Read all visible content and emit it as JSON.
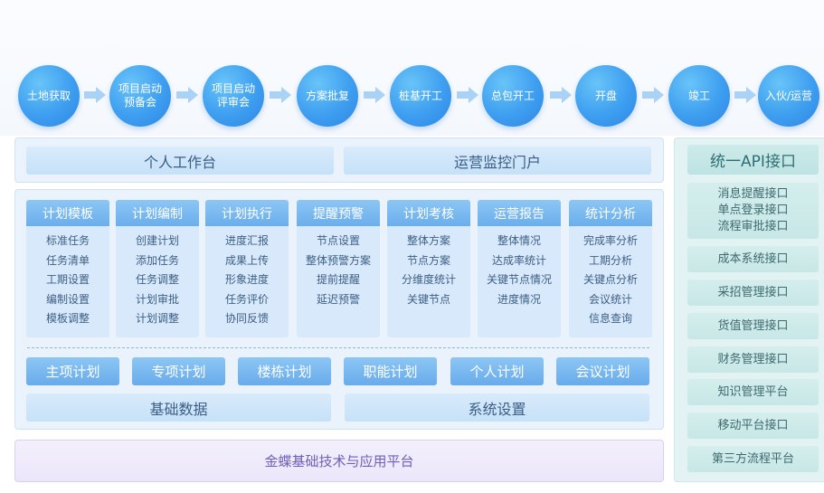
{
  "flow": {
    "steps": [
      "土地获取",
      "项目启动\n预备会",
      "项目启动\n评审会",
      "方案批复",
      "桩基开工",
      "总包开工",
      "开盘",
      "竣工",
      "入伙/运营"
    ]
  },
  "portals": {
    "left": "个人工作台",
    "right": "运营监控门户"
  },
  "modules": [
    {
      "title": "计划模板",
      "items": [
        "标准任务",
        "任务清单",
        "工期设置",
        "编制设置",
        "模板调整"
      ]
    },
    {
      "title": "计划编制",
      "items": [
        "创建计划",
        "添加任务",
        "任务调整",
        "计划审批",
        "计划调整"
      ]
    },
    {
      "title": "计划执行",
      "items": [
        "进度汇报",
        "成果上传",
        "形象进度",
        "任务评价",
        "协同反馈"
      ]
    },
    {
      "title": "提醒预警",
      "items": [
        "节点设置",
        "整体预警方案",
        "提前提醒",
        "延迟预警"
      ]
    },
    {
      "title": "计划考核",
      "items": [
        "整体方案",
        "节点方案",
        "分维度统计",
        "关键节点"
      ]
    },
    {
      "title": "运营报告",
      "items": [
        "整体情况",
        "达成率统计",
        "关键节点情况",
        "进度情况"
      ]
    },
    {
      "title": "统计分析",
      "items": [
        "完成率分析",
        "工期分析",
        "关键点分析",
        "会议统计",
        "信息查询"
      ]
    }
  ],
  "plans": [
    "主项计划",
    "专项计划",
    "楼栋计划",
    "职能计划",
    "个人计划",
    "会议计划"
  ],
  "base": {
    "data": "基础数据",
    "settings": "系统设置"
  },
  "platform": "金蝶基础技术与应用平台",
  "api": {
    "title": "统一API接口",
    "items": [
      "消息提醒接口\n单点登录接口\n流程审批接口",
      "成本系统接口",
      "采招管理接口",
      "货值管理接口",
      "财务管理接口",
      "知识管理平台",
      "移动平台接口",
      "第三方流程平台"
    ]
  },
  "colors": {
    "circle": "#3e9ef0",
    "module_header": "#7ab9f0",
    "platform_text": "#6f5fb8",
    "api_text": "#2f6f74"
  }
}
